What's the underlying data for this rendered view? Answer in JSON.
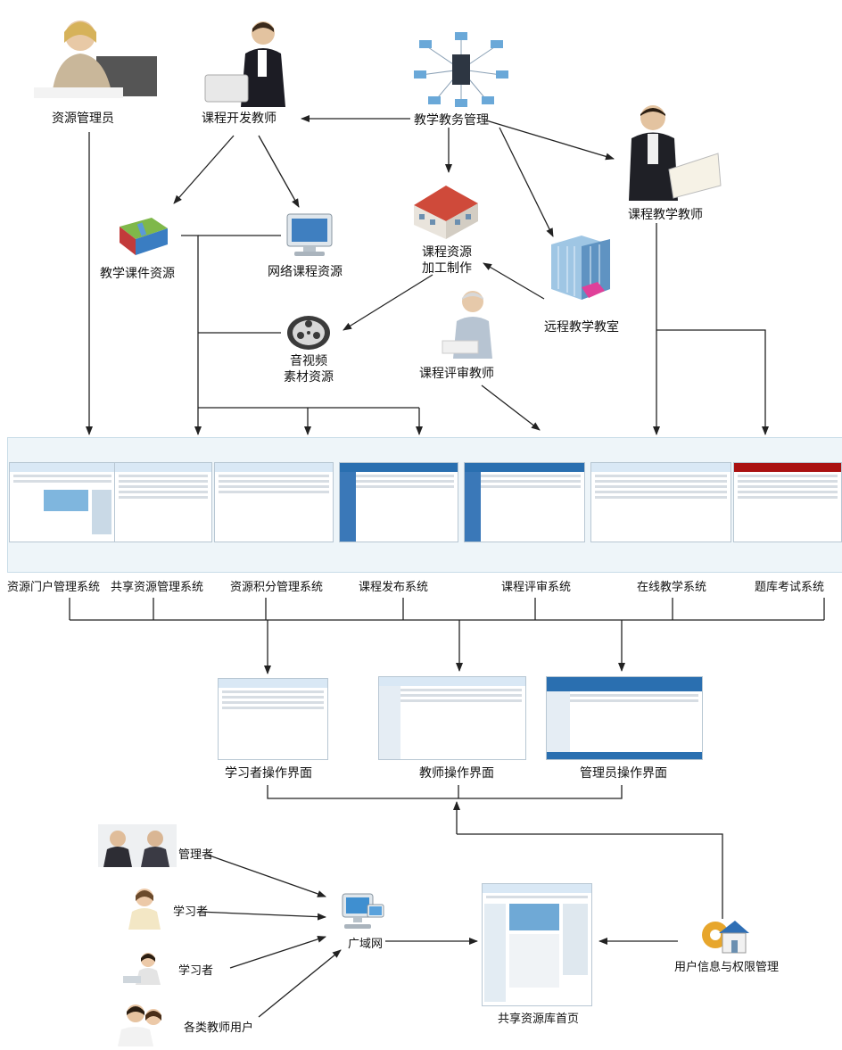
{
  "actors": {
    "resource_admin": "资源管理员",
    "course_dev_teacher": "课程开发教师",
    "academic_admin": "教学教务管理",
    "course_teaching_teacher": "课程教学教师",
    "review_teacher": "课程评审教师"
  },
  "resources": {
    "courseware": "教学课件资源",
    "network_course": "网络课程资源",
    "production_line1": "课程资源",
    "production_line2": "加工制作",
    "remote_classroom": "远程教学教室",
    "av_line1": "音视频",
    "av_line2": "素材资源"
  },
  "systems": [
    "资源门户管理系统",
    "共享资源管理系统",
    "资源积分管理系统",
    "课程发布系统",
    "课程评审系统",
    "在线教学系统",
    "题库考试系统"
  ],
  "interfaces": {
    "learner": "学习者操作界面",
    "teacher": "教师操作界面",
    "admin": "管理员操作界面"
  },
  "users": {
    "manager": "管理者",
    "learner1": "学习者",
    "learner2": "学习者",
    "teacher_users": "各类教师用户",
    "wan": "广域网",
    "homepage": "共享资源库首页",
    "auth": "用户信息与权限管理"
  },
  "colors": {
    "band": "#eef5f9",
    "screen_blue": "#2a6fb0",
    "screen_red": "#a11111",
    "line": "#222222"
  }
}
